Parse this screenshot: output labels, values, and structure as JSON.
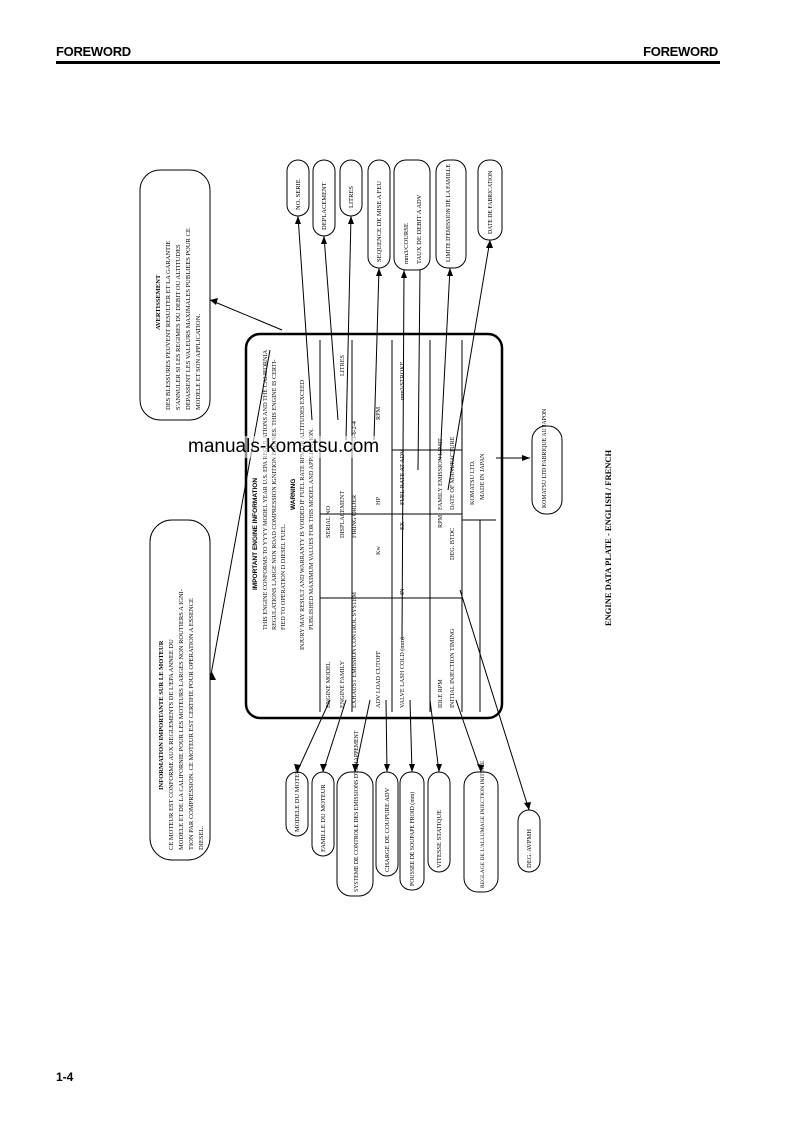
{
  "header": {
    "left": "FOREWORD",
    "right": "FOREWORD"
  },
  "footer": {
    "page_number": "1-4"
  },
  "watermark": "manuals-komatsu.com",
  "caption": "ENGINE DATA PLATE - ENGLISH / FRENCH",
  "plate": {
    "title": "IMPORTANT ENGINE INFORMATION",
    "intro": [
      "THIS ENGINE CONFORMS TO YYYY MODEL YEAR U.S. EPA REGULATIONS AND THE CALIFORNIA",
      "REGULATIONS LARGE NON ROAD COMPRESSION IGNITION ENGINES. THIS ENGINE IS CERTI-",
      "FIED TO OPERATION D DIESEL FUEL."
    ],
    "warning_title": "WARNING",
    "warning": [
      "INJURY MAY RESULT AND WARRANTY IS VOIDED IF FUEL RATE RPM OR ALTITUDES EXCEED",
      "PUBLISHED MAXIMUM VALUES FOR THIS MODEL AND APPLICATION."
    ],
    "labels": {
      "engine_model": "ENGINE MODEL",
      "serial_no": "SERIAL NO",
      "engine_family": "ENGINE FAMILY",
      "displacement": "DISPLACEMENT",
      "litres": "LITRES",
      "exhaust": "EXHAUST EMISSION CONTROL SYSTEM",
      "firing_order": "FIRING ORDER",
      "firing_value": "1-5-3-6-2-4",
      "adv_load": "ADV LOAD CUTOFF",
      "kw": "Kw",
      "hp": "HP",
      "rpm": "RPM",
      "valve_lash": "VALVE LASH COLD (mm)",
      "in": "IN",
      "ex": "EX",
      "fuel_rate": "FUEL RATE AT ADV",
      "mm_stroke": "mm3/STROKE",
      "idle_rpm": "IDLE RPM",
      "rpm2": "RPM",
      "family_emission": "FAMILY EMISSION LIMIT",
      "injection_timing": "INITIAL INJECTION TIMING",
      "btdc": "DEG. BTDC",
      "date_manufacture": "DATE OF MANUFACTURE",
      "maker": "KOMATSU LTD.",
      "made_in": "MADE IN JAPAN"
    }
  },
  "bubbles": {
    "avertissement": [
      "AVERTISSEMENT",
      "DES BLESSURES PEUVENT RESULTER ET LA GARANTIE",
      "S'ANNULER SI LES REGIMES DU DEBIT OU ALTITUDES",
      "DEPASSENT LES VALEURS MAXIMALES PUBLIEES POUR CE",
      "MODELE ET SON APPLICATION."
    ],
    "information": [
      "INFORMATION IMPORTANTE SUR LE MOTEUR",
      "CE MOTEUR EST CONFORME AUX REGLEMENTS DE L'EPA ANNEE DU",
      "MODELE ET DE LA CALIFORNIE POUR LES MOTEURS LARGES NON ROUTIERS A IGNI-",
      "TION PAR COMPRESSION. CE MOTEUR EST CERTIFIE POUR OPERATION A ESSENCE",
      "DIESEL."
    ],
    "no_serie": "NO. SERIE",
    "deplacement": "DEPLACEMENT",
    "litres": "LITRES",
    "sequence": "SEQUENCE DE MISE A FEU",
    "mm_stroke": "mm3/COURSE",
    "taux": "TAUX DE DEBIT A ADV",
    "limite": "LIMITE D'EMISSION DE LA FAMILLE",
    "date": "DATE DE FABRICATION",
    "komatsu": "KOMATSU LTD FABRIQUE AU JAPON",
    "modele": "MODELE DU MOTEUR",
    "famille": "FAMILLE DU MOTEUR",
    "systeme": "SYSTEME DE CONTROLE DES EMISSIONS D'ECHAPPEMENT",
    "charge": "CHARGE DE COUPURE ADV",
    "poussee": "POUSSEE DE SOUPAPE FROID (mm)",
    "vitesse": "VITESSE STATIQUE",
    "reglage": "REGLAGE DE L'ALLUMAGE INJECTION INITIALE",
    "deg_pmh": "DEG. AVPMH"
  }
}
